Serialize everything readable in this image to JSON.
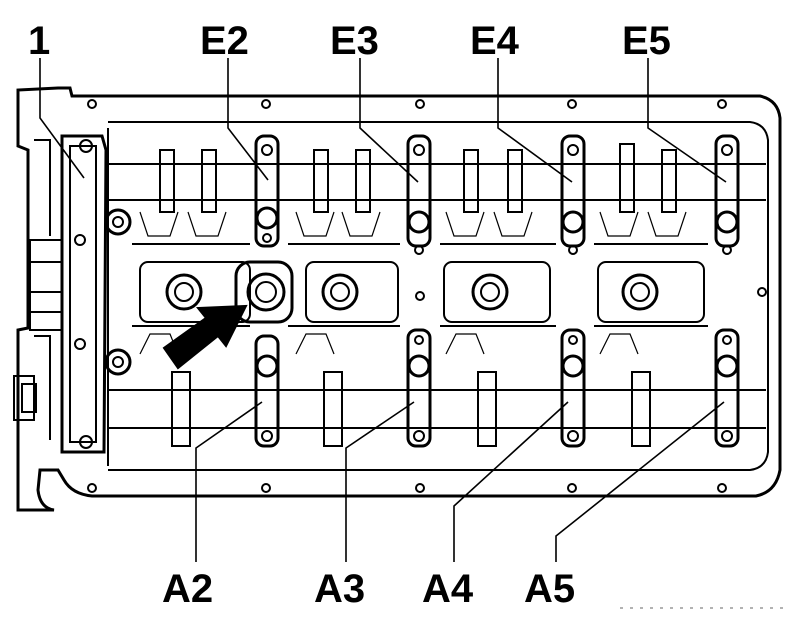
{
  "labels": {
    "part_1": "1",
    "e2": "E2",
    "e3": "E3",
    "e4": "E4",
    "e5": "E5",
    "a2": "A2",
    "a3": "A3",
    "a4": "A4",
    "a5": "A5"
  }
}
